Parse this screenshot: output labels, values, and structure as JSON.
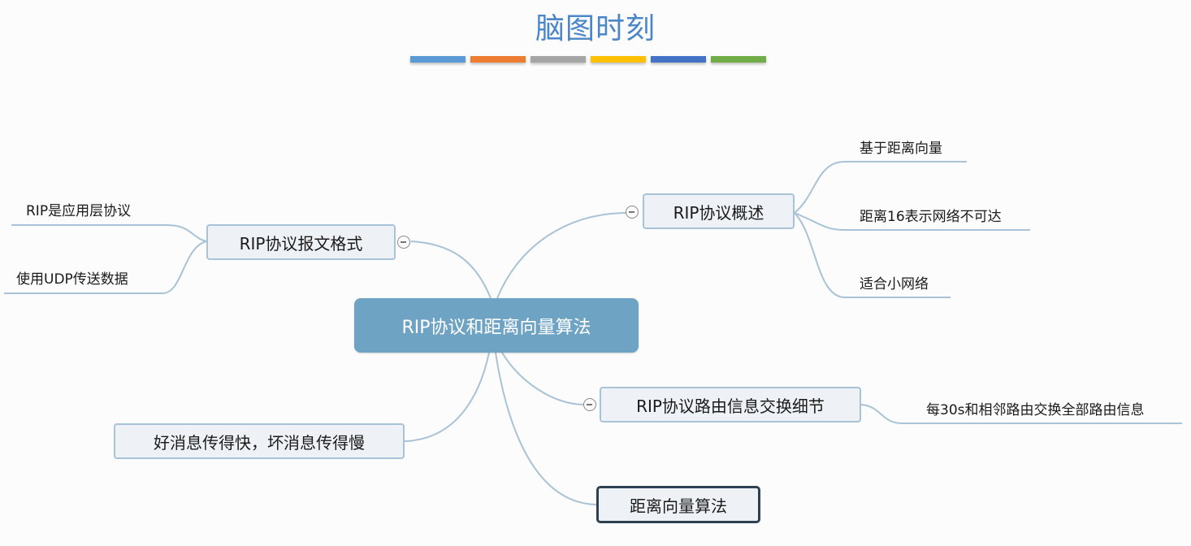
{
  "title": "脑图时刻",
  "title_color": "#4a86c8",
  "color_bars": [
    "#5b9bd5",
    "#ed7d31",
    "#a5a5a5",
    "#ffc000",
    "#4472c4",
    "#70ad47"
  ],
  "line_color": "#a9c3d6",
  "central": {
    "label": "RIP协议和距离向量算法",
    "color": "#6fa3c4"
  },
  "branches": {
    "overview": {
      "label": "RIP协议概述",
      "children": [
        "基于距离向量",
        "距离16表示网络不可达",
        "适合小网络"
      ]
    },
    "format": {
      "label": "RIP协议报文格式",
      "children": [
        "RIP是应用层协议",
        "使用UDP传送数据"
      ]
    },
    "routing": {
      "label": "RIP协议路由信息交换细节",
      "children": [
        "每30s和相邻路由交换全部路由信息"
      ]
    },
    "news": {
      "label": "好消息传得快，坏消息传得慢"
    },
    "dv": {
      "label": "距离向量算法"
    }
  },
  "collapse_icon": "minus-circle-icon"
}
